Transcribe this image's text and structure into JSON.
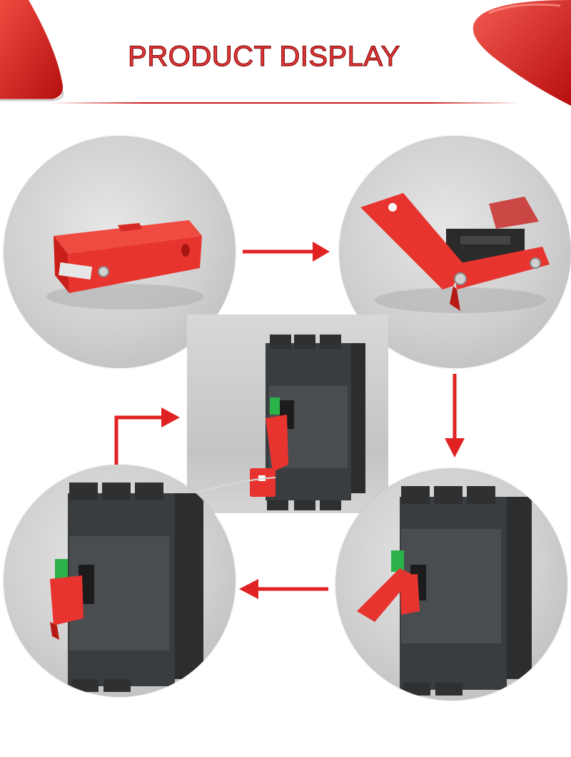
{
  "header": {
    "title": "PRODUCT DISPLAY"
  },
  "colors": {
    "accent": "#e02222",
    "title_fill": "#e63a3a",
    "title_outline": "#8a1010",
    "lockout_red": "#e8342f",
    "breaker_body": "#3a3d40",
    "breaker_green_label": "#2bb34a"
  },
  "steps": [
    {
      "id": "step-1",
      "icon": "lockout-device-closed"
    },
    {
      "id": "step-2",
      "icon": "lockout-device-open"
    },
    {
      "id": "step-3",
      "icon": "breaker-lockout-angled"
    },
    {
      "id": "step-4",
      "icon": "breaker-lockout-closed"
    },
    {
      "id": "step-5",
      "icon": "breaker-padlock-cable"
    }
  ],
  "arrows": [
    {
      "from": "step-1",
      "to": "step-2",
      "direction": "right"
    },
    {
      "from": "step-2",
      "to": "step-3",
      "direction": "down"
    },
    {
      "from": "step-3",
      "to": "step-4",
      "direction": "left"
    },
    {
      "from": "step-4",
      "to": "step-5",
      "direction": "up-right"
    }
  ]
}
